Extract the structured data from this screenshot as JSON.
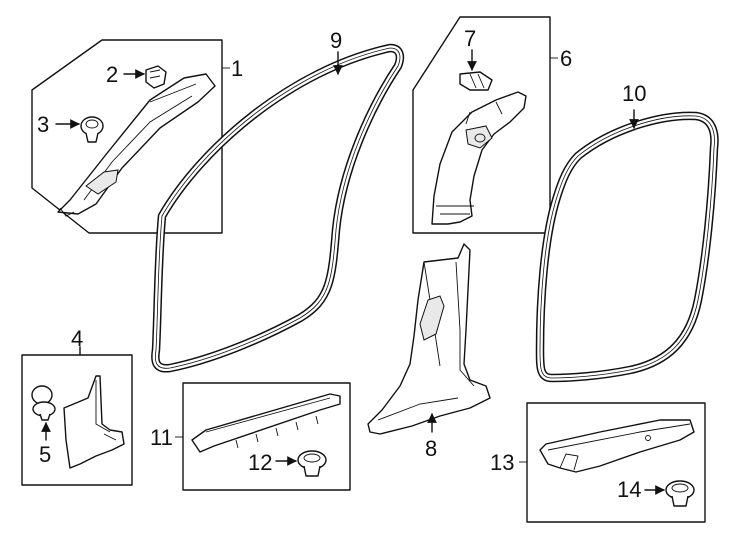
{
  "diagram": {
    "callouts": {
      "c1": "1",
      "c2": "2",
      "c3": "3",
      "c4": "4",
      "c5": "5",
      "c6": "6",
      "c7": "7",
      "c8": "8",
      "c9": "9",
      "c10": "10",
      "c11": "11",
      "c12": "12",
      "c13": "13",
      "c14": "14"
    },
    "colors": {
      "line": "#111111",
      "background": "#ffffff",
      "shade": "#e9e9e9"
    }
  }
}
